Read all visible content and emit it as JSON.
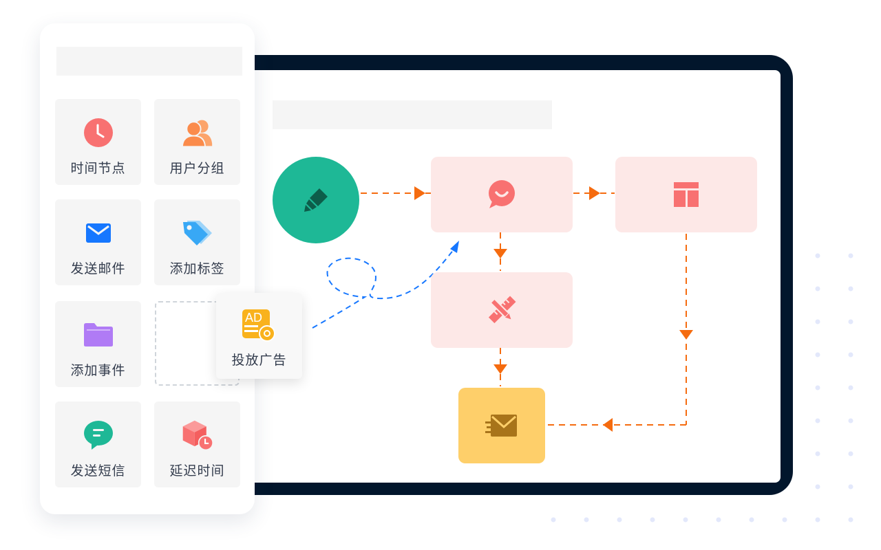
{
  "sidebar": {
    "tiles": [
      {
        "label": "时间节点",
        "icon": "clock-icon",
        "color": "#f87171"
      },
      {
        "label": "用户分组",
        "icon": "user-group-icon",
        "color": "#fb8b4b"
      },
      {
        "label": "发送邮件",
        "icon": "mail-icon",
        "color": "#1677ff"
      },
      {
        "label": "添加标签",
        "icon": "tag-icon",
        "color": "#38a8f5"
      },
      {
        "label": "添加事件",
        "icon": "folder-icon",
        "color": "#b07bf5"
      },
      {
        "label": "发送短信",
        "icon": "message-icon",
        "color": "#1eb896"
      },
      {
        "label": "延迟时间",
        "icon": "delay-box-icon",
        "color": "#f87171"
      }
    ]
  },
  "dragging": {
    "label": "投放广告",
    "icon": "ad-icon",
    "icon_text": "AD",
    "color": "#f9b21d"
  },
  "flow": {
    "nodes": [
      {
        "name": "start",
        "icon": "highlighter-icon",
        "color": "#1eb896"
      },
      {
        "name": "wechat",
        "icon": "chat-smile-icon",
        "color": "#f87171"
      },
      {
        "name": "layout",
        "icon": "layout-icon",
        "color": "#f87171"
      },
      {
        "name": "design",
        "icon": "ruler-pencil-icon",
        "color": "#f87171"
      },
      {
        "name": "email",
        "icon": "send-mail-icon",
        "color": "#a8741a"
      }
    ],
    "connector_color": "#f56b0f",
    "drag_path_color": "#1677ff"
  }
}
